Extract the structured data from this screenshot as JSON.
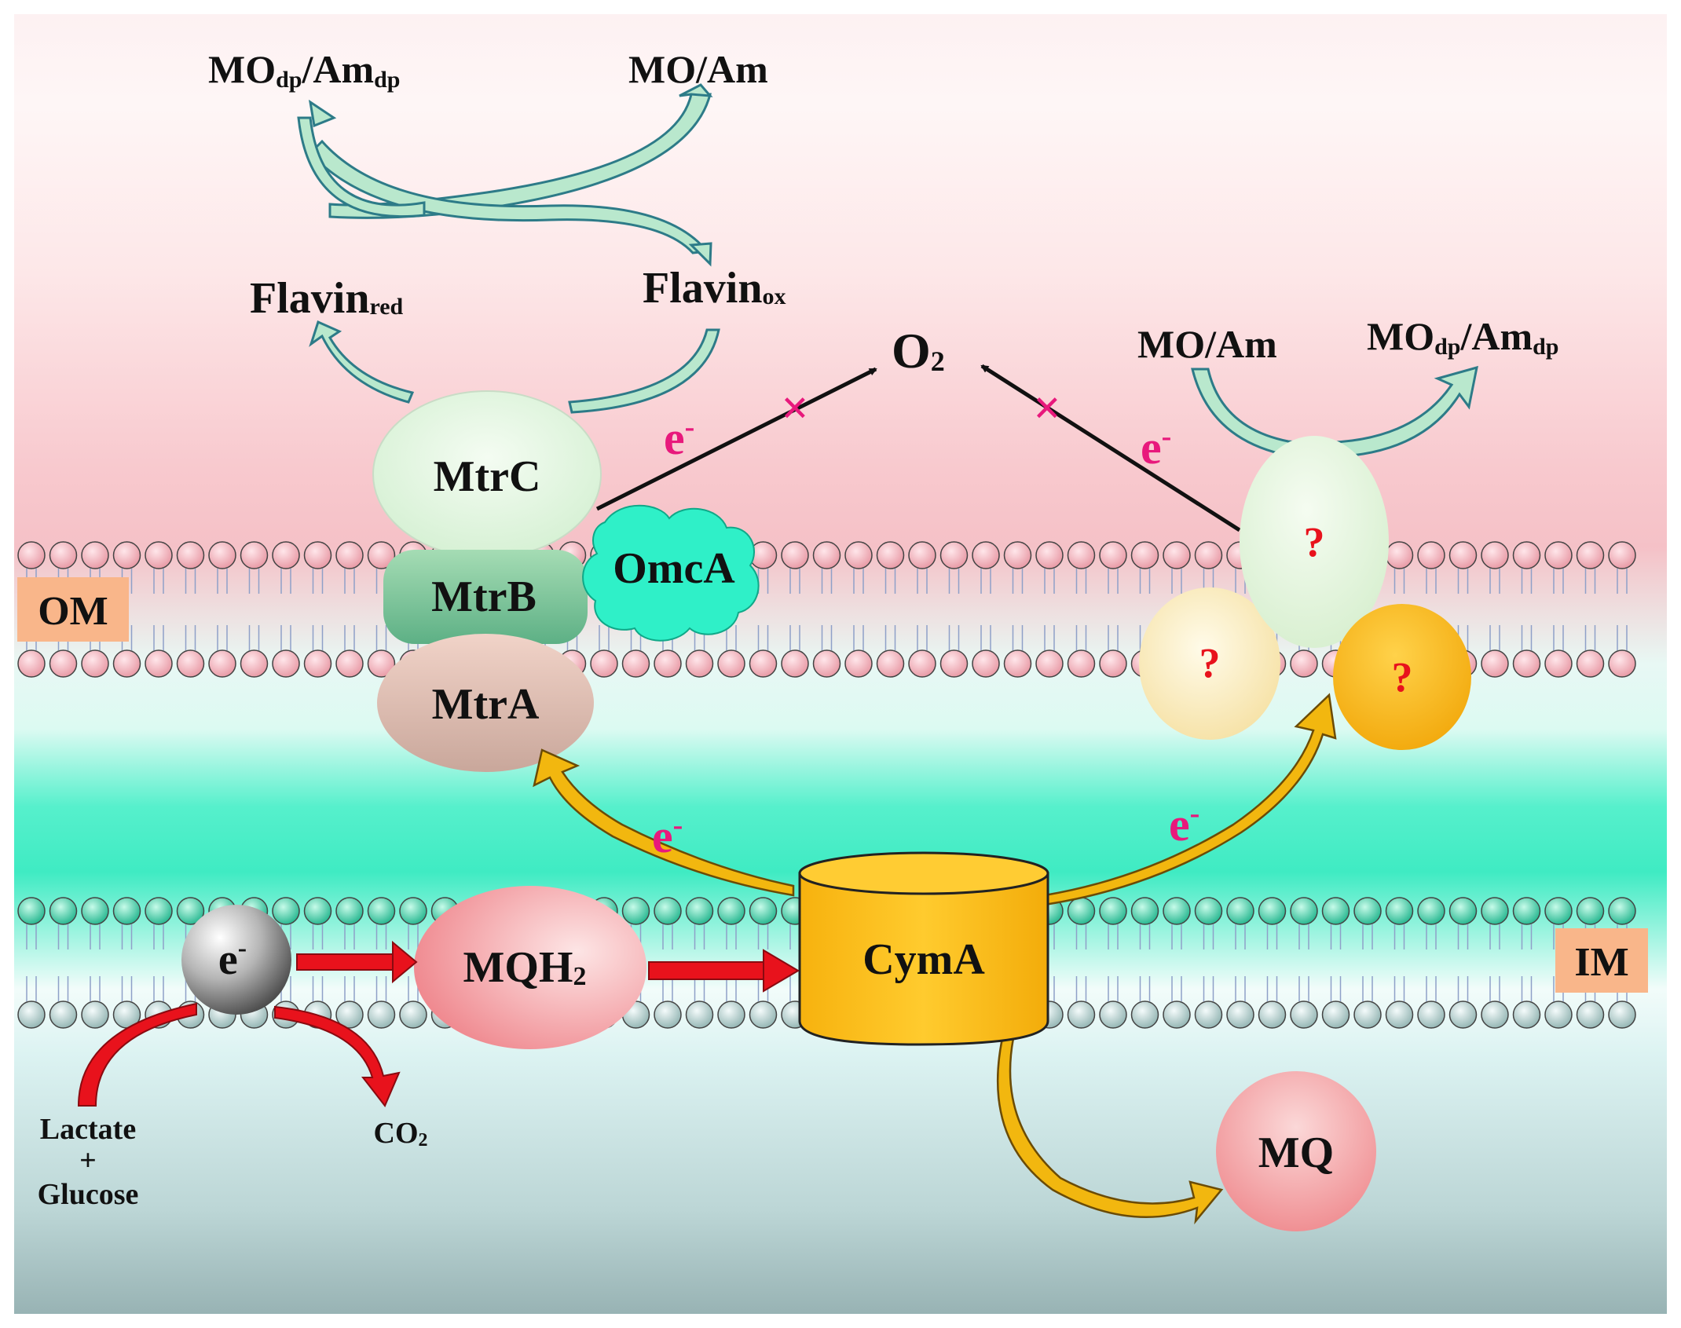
{
  "labels": {
    "top_left_main": "MO",
    "top_left_sub1": "dp",
    "top_left_mid": "/Am",
    "top_left_sub2": "dp",
    "top_right": "MO/Am",
    "flavin_red_main": "Flavin",
    "flavin_red_sub": "red",
    "flavin_ox_main": "Flavin",
    "flavin_ox_sub": "ox",
    "o2_main": "O",
    "o2_sub": "2",
    "right_mo_am": "MO/Am",
    "right_modp_main": "MO",
    "right_modp_sub1": "dp",
    "right_modp_mid": "/Am",
    "right_modp_sub2": "dp",
    "electron_main": "e",
    "electron_sup": "-",
    "om": "OM",
    "im": "IM",
    "mtrc": "MtrC",
    "mtrb": "MtrB",
    "mtra": "MtrA",
    "omca": "OmcA",
    "unknown": "?",
    "mqh2_main": "MQH",
    "mqh2_sub": "2",
    "cyma": "CymA",
    "mq": "MQ",
    "lactate": "Lactate",
    "plus": "+",
    "glucose": "Glucose",
    "co2_main": "CO",
    "co2_sub": "2",
    "blocked_mark": "×"
  },
  "colors": {
    "outer_membrane_head": "#f2b6be",
    "inner_membrane_head": "#5fd9bd",
    "periplasm": "#4ff0c8",
    "green_arrow": "#b9e8cd",
    "orange_arrow": "#f2b70f",
    "red_arrow": "#e8121c",
    "electron_label": "#e8197c",
    "question_mark": "#e8121c",
    "om_box": "#f9b68a",
    "im_box": "#f9b68a"
  }
}
